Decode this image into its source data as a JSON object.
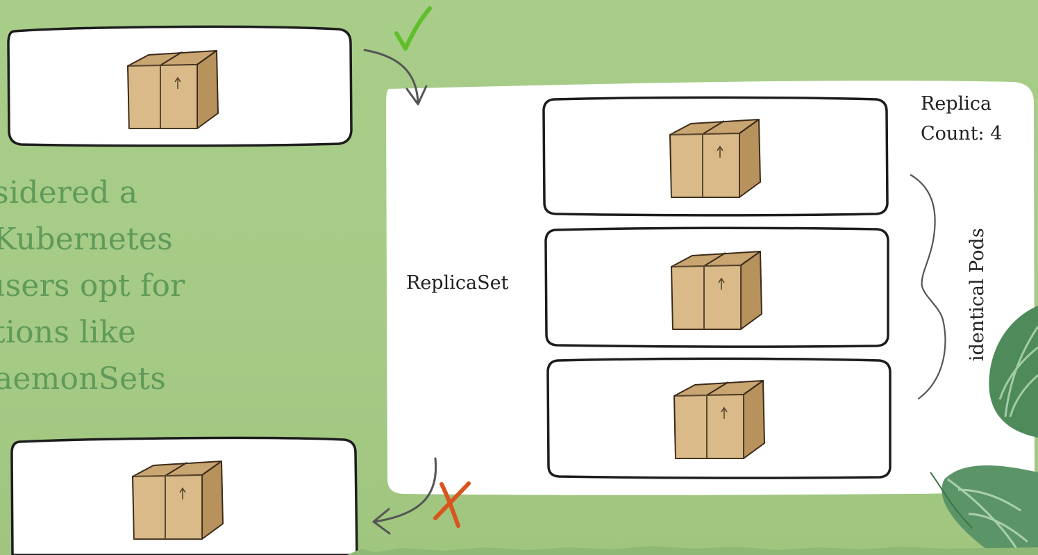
{
  "narration": {
    "lines": [
      "are considered a",
      "type in Kubernetes",
      "rnetes users opt for",
      "abstractions like",
      "s and DaemonSets"
    ]
  },
  "replicaset": {
    "label": "ReplicaSet",
    "count_label_line1": "Replica",
    "count_label_line2": "Count: 4",
    "group_label": "identical Pods",
    "pods_inside": 3
  },
  "outside_pods": {
    "accepted": "check-mark",
    "rejected": "cross-mark"
  },
  "colors": {
    "background": "#a8cd89",
    "narration_text": "#5f9a59",
    "box_fill": "#d2b07c",
    "check": "#5fbe2a",
    "cross": "#d9551e"
  }
}
